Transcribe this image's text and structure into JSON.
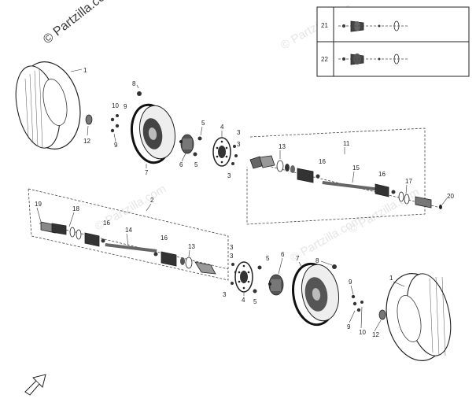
{
  "watermarks": {
    "main": "© Partzilla.com",
    "faint": [
      "© Partzilla.com",
      "© Partzilla.com",
      "© Partzilla.com",
      "© Partzilla.com"
    ]
  },
  "inset": {
    "rows": [
      {
        "ref": "21"
      },
      {
        "ref": "22"
      }
    ]
  },
  "callouts": {
    "tire": "1",
    "rear_axle_assy": "2",
    "spacer": "3",
    "brake_disc": "4",
    "bolt": "5",
    "hub": "6",
    "rim": "7",
    "valve": "8",
    "stud": "9",
    "washer": "10",
    "front_axle_assy": "11",
    "lug_nut": "12",
    "cv_joint": "13",
    "shaft_rear": "14",
    "shaft_front": "15",
    "boot_clamp": "16",
    "boot_inner": "17",
    "boot_outer": "18",
    "inner_joint": "19",
    "circlip": "20"
  },
  "colors": {
    "ink": "#222222",
    "rubber": "#ffffff",
    "metal": "#555555",
    "watermark": "#e6e6e6"
  },
  "front_arrow_icon": "arrow-front-icon"
}
